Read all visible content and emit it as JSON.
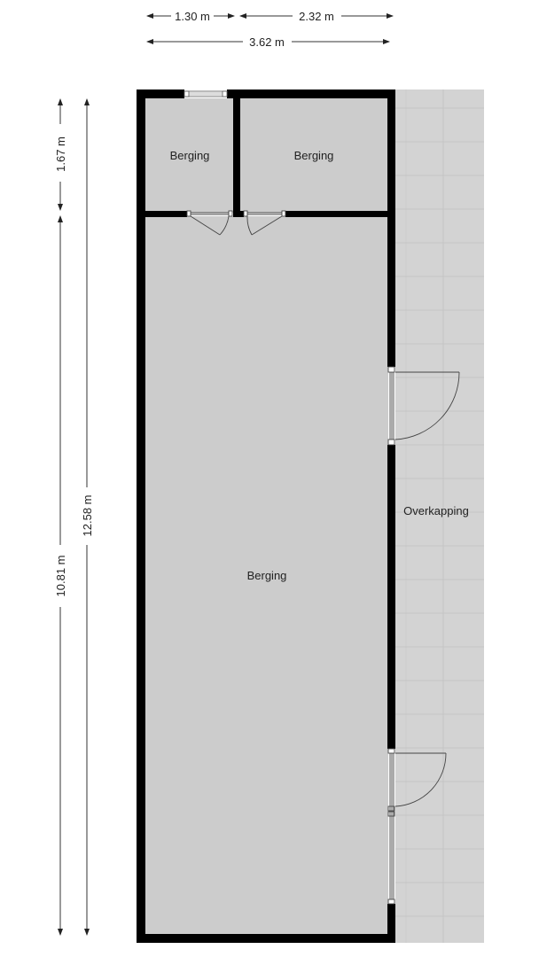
{
  "colors": {
    "wall": "#000000",
    "room_fill": "#cccccc",
    "overkapping_fill": "#d3d3d3",
    "tile_line": "#c6c6c6",
    "dim_line": "#555555",
    "door_line": "#555555"
  },
  "dimensions": {
    "top_small": "1.30 m",
    "top_right": "2.32 m",
    "top_total": "3.62 m",
    "left_top": "1.67 m",
    "left_main": "10.81 m",
    "left_total": "12.58 m"
  },
  "rooms": [
    {
      "id": "berging-small",
      "label": "Berging"
    },
    {
      "id": "berging-right",
      "label": "Berging"
    },
    {
      "id": "berging-main",
      "label": "Berging"
    },
    {
      "id": "overkapping",
      "label": "Overkapping"
    }
  ]
}
